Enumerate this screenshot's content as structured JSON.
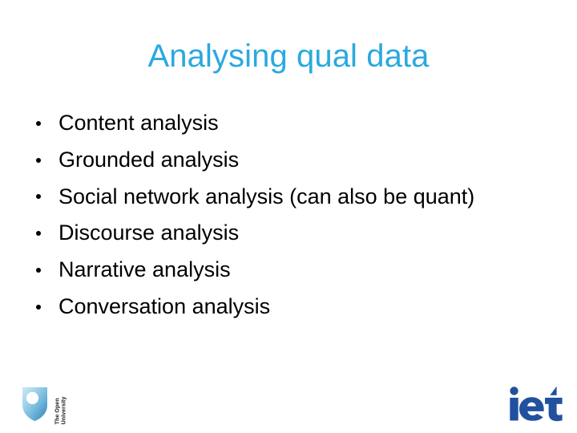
{
  "slide": {
    "title": "Analysing qual data",
    "title_color": "#2AA9DF",
    "background_color": "#FFFFFF",
    "body_text_color": "#000000",
    "bullets": [
      {
        "text": "Content analysis"
      },
      {
        "text": "Grounded analysis"
      },
      {
        "text": "Social network analysis (can also be quant)"
      },
      {
        "text": "Discourse analysis"
      },
      {
        "text": "Narrative analysis"
      },
      {
        "text": "Conversation analysis"
      }
    ]
  },
  "footer": {
    "ou_logo": {
      "icon": "open-university-shield-icon",
      "name_line_1": "The Open",
      "name_line_2": "University",
      "shield_color_light": "#BFE2F2",
      "shield_color_dark": "#3E93C4"
    },
    "iet_logo": {
      "icon": "iet-wordmark-icon",
      "wordmark": "iet",
      "color": "#21519E"
    }
  }
}
